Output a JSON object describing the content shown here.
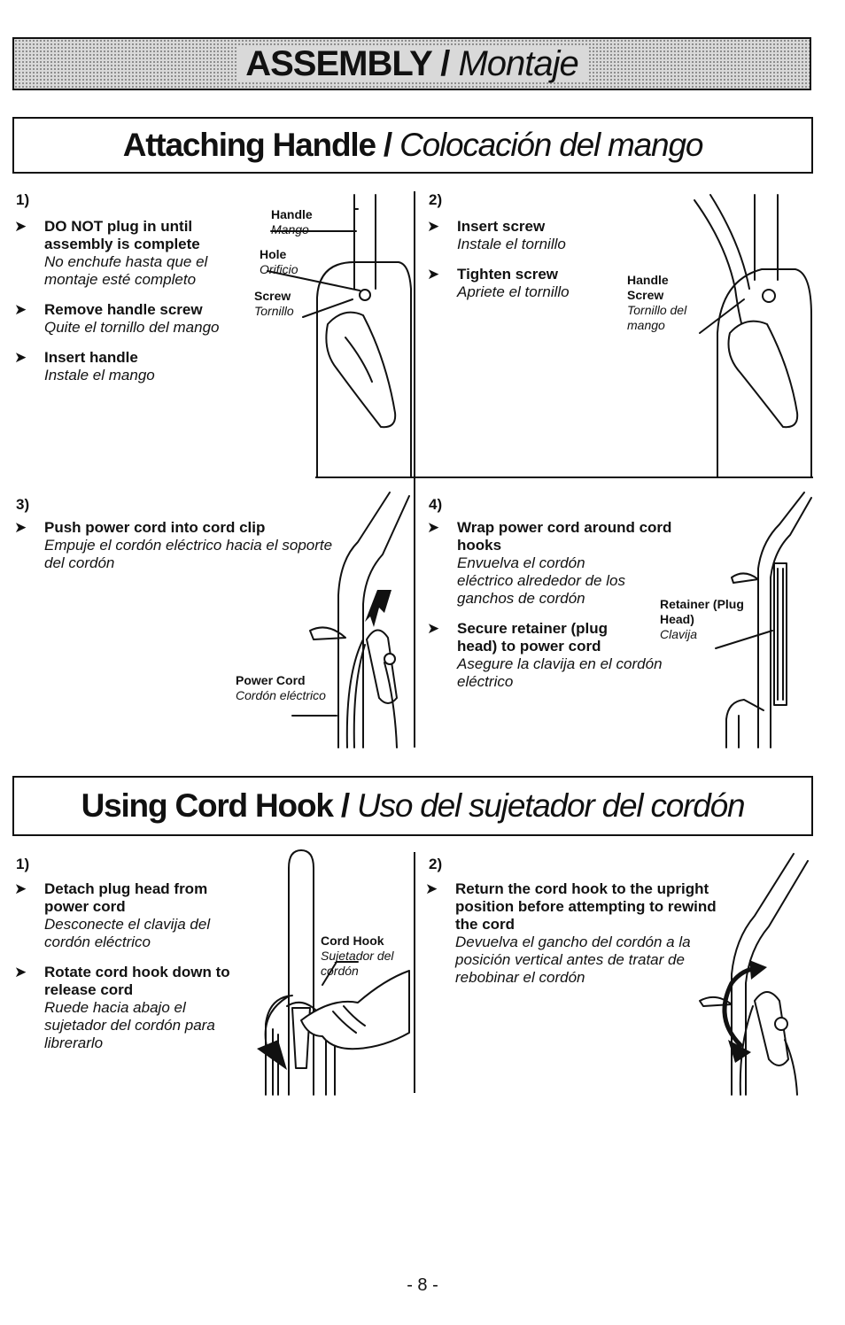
{
  "banner": {
    "title_en": "ASSEMBLY",
    "separator": " / ",
    "title_es": "Montaje"
  },
  "attaching": {
    "title_en": "Attaching Handle",
    "separator": " / ",
    "title_es": "Colocación del mango",
    "step1": {
      "number": "1)",
      "items": [
        {
          "en": "DO NOT plug in until assembly is complete",
          "es": "No enchufe hasta que el montaje esté completo"
        },
        {
          "en": "Remove handle screw",
          "es": "Quite el tornillo del mango"
        },
        {
          "en": "Insert handle",
          "es": "Instale el mango"
        }
      ],
      "labels": {
        "handle_en": "Handle",
        "handle_es": "Mango",
        "hole_en": "Hole",
        "hole_es": "Orificio",
        "screw_en": "Screw",
        "screw_es": "Tornillo"
      }
    },
    "step2": {
      "number": "2)",
      "items": [
        {
          "en": "Insert screw",
          "es": "Instale el tornillo"
        },
        {
          "en": "Tighten screw",
          "es": "Apriete el tornillo"
        }
      ],
      "labels": {
        "handle_screw_en": "Handle Screw",
        "handle_screw_es": "Tornillo del mango"
      }
    },
    "step3": {
      "number": "3)",
      "items": [
        {
          "en": "Push power cord into cord clip",
          "es": "Empuje el cordón eléctrico hacia el soporte del cordón"
        }
      ],
      "labels": {
        "power_cord_en": "Power Cord",
        "power_cord_es": "Cordón eléctrico"
      }
    },
    "step4": {
      "number": "4)",
      "items": [
        {
          "en": "Wrap power cord around cord hooks",
          "es": "Envuelva el cordón eléctrico alrededor de los ganchos de cordón"
        },
        {
          "en": "Secure retainer (plug head) to power cord",
          "es": "Asegure la clavija en el cordón eléctrico"
        }
      ],
      "labels": {
        "retainer_en": "Retainer (Plug Head)",
        "retainer_es": "Clavija"
      }
    }
  },
  "cordhook": {
    "title_en": "Using Cord Hook",
    "separator": " / ",
    "title_es": "Uso del sujetador del cordón",
    "step1": {
      "number": "1)",
      "items": [
        {
          "en": "Detach plug head from power cord",
          "es": "Desconecte el clavija del cordón eléctrico"
        },
        {
          "en": "Rotate cord hook down to release cord",
          "es": "Ruede hacia abajo el sujetador del cordón para librerarlo"
        }
      ],
      "labels": {
        "cord_hook_en": "Cord Hook",
        "cord_hook_es": "Sujetador del cordón"
      }
    },
    "step2": {
      "number": "2)",
      "items": [
        {
          "en": "Return the cord hook to the upright position before attempting to rewind the cord",
          "es": "Devuelva el gancho del cordón a la posición vertical antes de tratar de rebobinar el cordón"
        }
      ]
    }
  },
  "bullet_glyph": "➤",
  "page_number": "- 8 -"
}
